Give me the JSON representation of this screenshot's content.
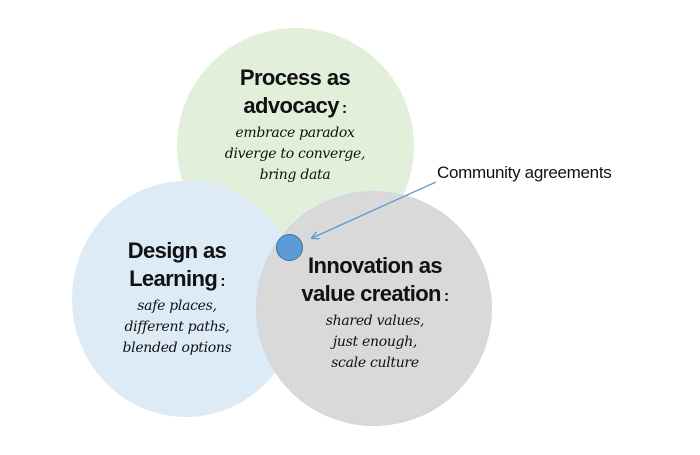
{
  "diagram": {
    "type": "venn",
    "circles": [
      {
        "id": "process",
        "title_line1": "Process as",
        "title_line2": "advocacy",
        "colon": ":",
        "items": [
          "embrace paradox",
          "diverge to converge,",
          "bring data"
        ],
        "color": "#e2efda"
      },
      {
        "id": "design",
        "title_line1": "Design as",
        "title_line2": "Learning",
        "colon": ":",
        "items": [
          "safe places,",
          "different paths,",
          "blended options"
        ],
        "color": "#ddebf7"
      },
      {
        "id": "innovation",
        "title_line1": "Innovation as",
        "title_line2": "value creation",
        "colon": ":",
        "items": [
          "shared values,",
          "just enough,",
          "scale culture"
        ],
        "color": "#d9d9d9"
      }
    ],
    "center_marker": {
      "label": "Community agreements",
      "color": "#5b9bd5",
      "arrow_color": "#5b9bd5"
    }
  }
}
